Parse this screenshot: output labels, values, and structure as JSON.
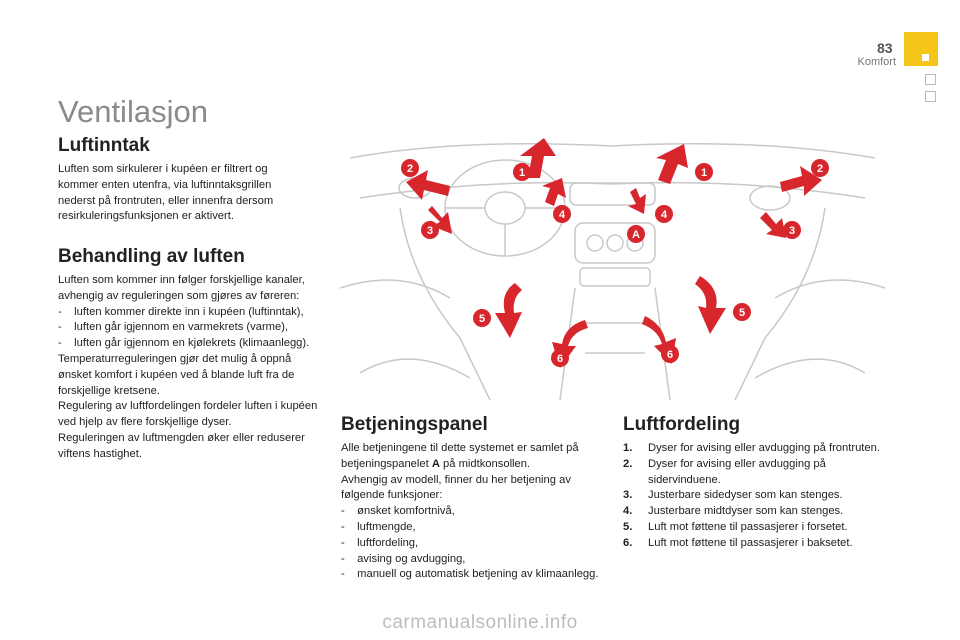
{
  "page": {
    "number": "83",
    "section": "Komfort"
  },
  "title": "Ventilasjon",
  "luftinntak": {
    "heading": "Luftinntak",
    "text": "Luften som sirkulerer i kupéen er filtrert og kommer enten utenfra, via luftinntaksgrillen nederst på frontruten, eller innenfra dersom resirkuleringsfunksjonen er aktivert."
  },
  "behandling": {
    "heading": "Behandling av luften",
    "intro": "Luften som kommer inn følger forskjellige kanaler, avhengig av reguleringen som gjøres av føreren:",
    "items": [
      "luften kommer direkte inn i kupéen (luftinntak),",
      "luften går igjennom en varmekrets (varme),",
      "luften går igjennom en kjølekrets (klimaanlegg)."
    ],
    "p2": "Temperaturreguleringen gjør det mulig å oppnå ønsket komfort i kupéen ved å blande luft fra de forskjellige kretsene.",
    "p3": "Regulering av luftfordelingen fordeler luften i kupéen ved hjelp av flere forskjellige dyser.",
    "p4": "Reguleringen av luftmengden øker eller reduserer viftens hastighet."
  },
  "betjeningspanel": {
    "heading": "Betjeningspanel",
    "intro_a": "Alle betjeningene til dette systemet er samlet på betjeningspanelet ",
    "intro_bold": "A",
    "intro_b": " på midtkonsollen.",
    "p2": "Avhengig av modell, finner du her betjening av følgende funksjoner:",
    "items": [
      "ønsket komfortnivå,",
      "luftmengde,",
      "luftfordeling,",
      "avising og avdugging,",
      "manuell og automatisk betjening av klimaanlegg."
    ]
  },
  "luftfordeling": {
    "heading": "Luftfordeling",
    "items": [
      {
        "num": "1.",
        "text": "Dyser for avising eller avdugging på frontruten."
      },
      {
        "num": "2.",
        "text": "Dyser for avising eller avdugging på sidervinduene."
      },
      {
        "num": "3.",
        "text": "Justerbare sidedyser som kan stenges."
      },
      {
        "num": "4.",
        "text": "Justerbare midtdyser som kan stenges."
      },
      {
        "num": "5.",
        "text": "Luft mot føttene til passasjerer i forsetet."
      },
      {
        "num": "6.",
        "text": "Luft mot føttene til passasjerer i baksetet."
      }
    ]
  },
  "figure": {
    "markers": [
      "1",
      "1",
      "2",
      "2",
      "3",
      "3",
      "4",
      "4",
      "5",
      "5",
      "6",
      "6",
      "A"
    ],
    "colors": {
      "arrow": "#d7262c",
      "marker": "#d7262c",
      "line": "#c8c8c8"
    }
  },
  "watermark": "carmanualsonline.info",
  "colors": {
    "accent": "#f5c518",
    "title": "#8a8a8a"
  }
}
